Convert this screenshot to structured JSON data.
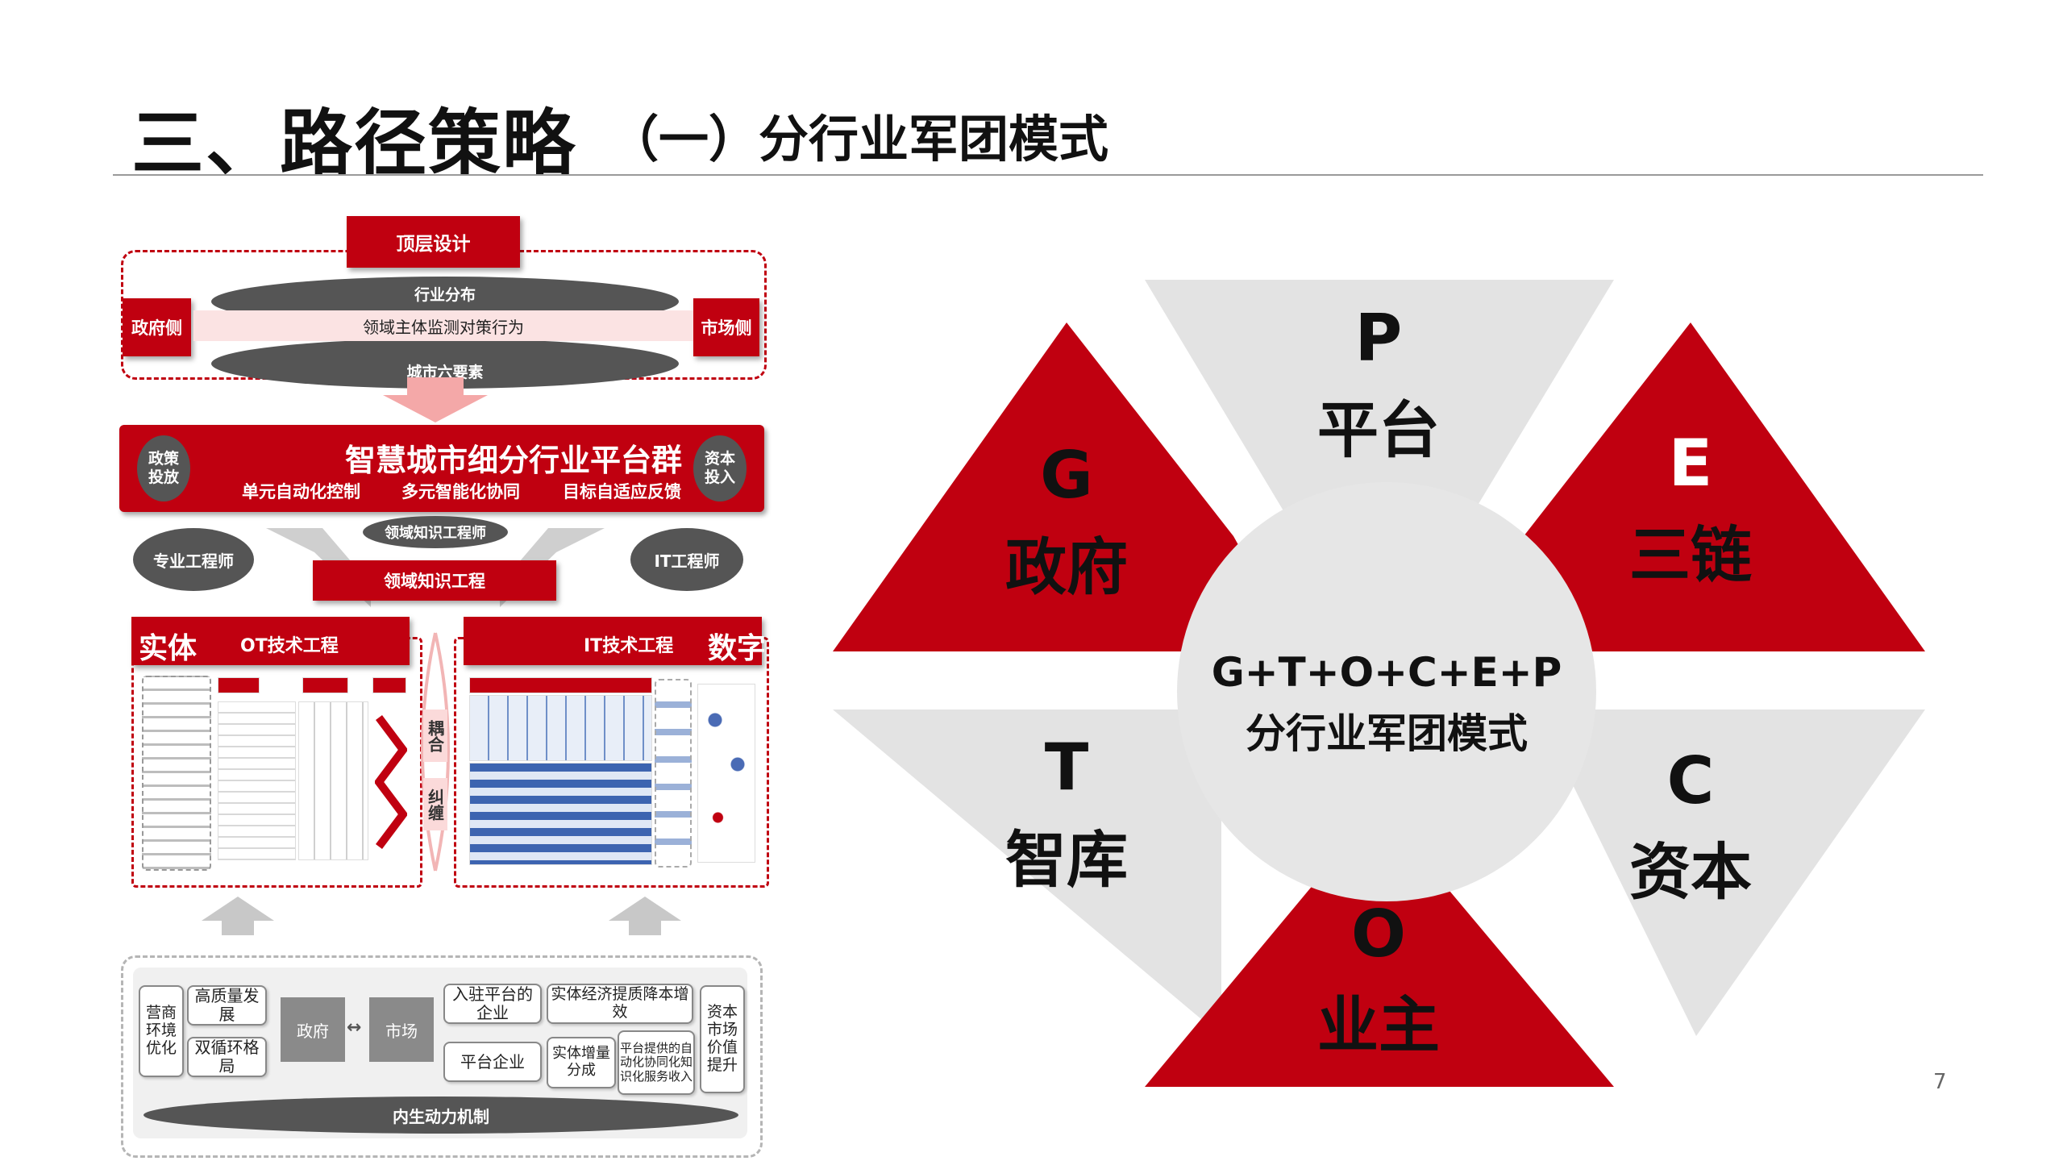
{
  "header": {
    "title": "三、路径策略",
    "subtitle": "（一）分行业军团模式",
    "page_number": "7"
  },
  "left_diagram": {
    "top": {
      "top_design": "顶层设计",
      "gov_side": "政府侧",
      "market_side": "市场侧",
      "industry_distribution": "行业分布",
      "subject_behavior": "领域主体监测对策行为",
      "city_elements": "城市六要素"
    },
    "platform": {
      "title": "智慧城市细分行业平台群",
      "policy_invest": "政策\n投放",
      "capital_invest": "资本\n投入",
      "items": [
        "单元自动化控制",
        "多元智能化协同",
        "目标自适应反馈"
      ]
    },
    "engineers": {
      "professional": "专业工程师",
      "domain_knowledge_engineer": "领域知识工程师",
      "it_engineer": "IT工程师",
      "domain_knowledge_engineering": "领域知识工程"
    },
    "entity": {
      "label": "实体",
      "ot": "OT技术工程"
    },
    "digital": {
      "label": "数字",
      "it": "IT技术工程"
    },
    "coupling": {
      "top": "耦合",
      "bottom": "纠缠"
    },
    "bottom": {
      "business_env": "营商\n环境\n优化",
      "high_quality": "高质量发展",
      "dual_cycle": "双循环格局",
      "government": "政府",
      "market": "市场",
      "settled_companies": "入驻平台的企业",
      "platform_companies": "平台企业",
      "real_economy": "实体经济提质降本增效",
      "real_increment": "实体增量\n分成",
      "platform_income": "平台提供的自\n动化协同化知\n识化服务收入",
      "capital_value": "资本\n市场\n价值\n提升",
      "internal_mechanism": "内生动力机制"
    }
  },
  "hexagon": {
    "center_formula": "G+T+O+C+E+P",
    "center_title": "分行业军团模式",
    "colors": {
      "red": "#c00010",
      "grey": "#e3e3e3"
    },
    "segments": [
      {
        "letter": "P",
        "word": "平台"
      },
      {
        "letter": "G",
        "word": "政府"
      },
      {
        "letter": "E",
        "word": "三链"
      },
      {
        "letter": "T",
        "word": "智库"
      },
      {
        "letter": "C",
        "word": "资本"
      },
      {
        "letter": "O",
        "word": "业主"
      }
    ]
  }
}
